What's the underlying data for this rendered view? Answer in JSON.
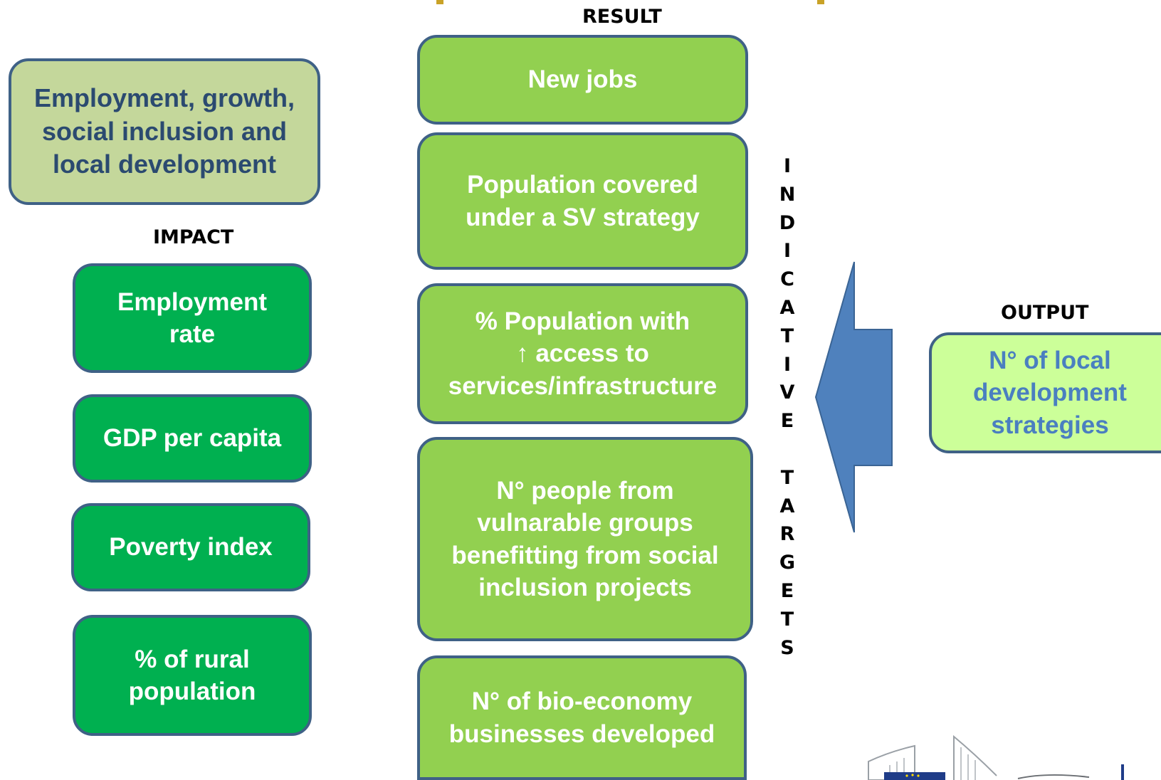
{
  "labels": {
    "result": "RESULT",
    "impact": "IMPACT",
    "output": "OUTPUT"
  },
  "goal": "Employment, growth,\nsocial inclusion and\nlocal development",
  "impact_boxes": [
    "Employment\nrate",
    "GDP per capita",
    "Poverty index",
    "% of rural\npopulation"
  ],
  "result_boxes": [
    "New jobs",
    "Population covered\nunder a  SV strategy",
    "% Population with\n↑ access to\nservices/infrastructure",
    "N° people from\nvulnarable groups\nbenefitting from social\ninclusion projects",
    "N° of bio-economy\nbusinesses developed"
  ],
  "output_box": "N° of local\ndevelopment\nstrategies",
  "vertical_text": "INDICATIVE TARGETS",
  "colors": {
    "goal_fill": "#c4d79b",
    "impact_fill": "#00b050",
    "result_fill": "#92d050",
    "output_fill": "#ccff99",
    "border": "#3f6186",
    "arrow": "#4f81bd"
  }
}
